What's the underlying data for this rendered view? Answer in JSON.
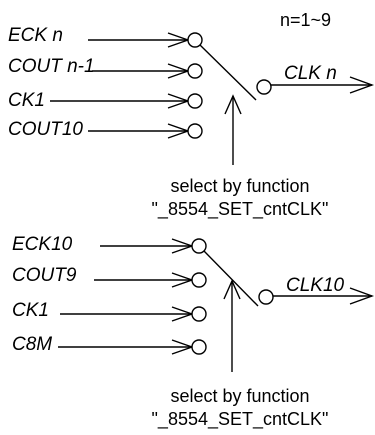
{
  "note": "n=1~9",
  "mux_top": {
    "inputs": [
      "ECK n",
      "COUT n-1",
      "CK1",
      "COUT10"
    ],
    "output": "CLK n",
    "select_line1": "select by function",
    "select_line2": "\"_8554_SET_cntCLK\""
  },
  "mux_bottom": {
    "inputs": [
      "ECK10",
      "COUT9",
      "CK1",
      "C8M"
    ],
    "output": "CLK10",
    "select_line1": "select by function",
    "select_line2": "\"_8554_SET_cntCLK\""
  }
}
